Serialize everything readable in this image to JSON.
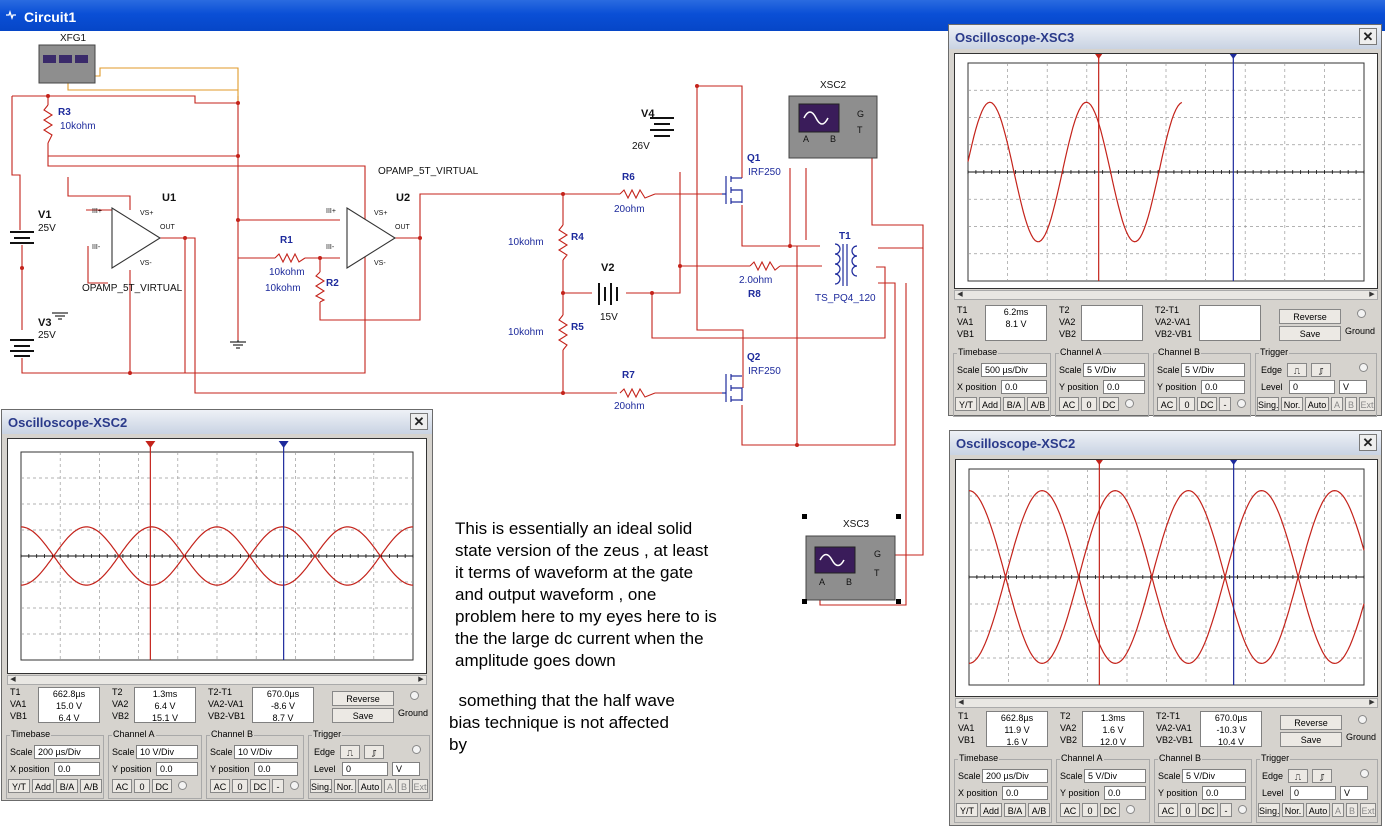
{
  "window": {
    "title": "Circuit1"
  },
  "schematic": {
    "labels": {
      "xfg1": "XFG1",
      "r3": "R3",
      "r3_val": "10kohm",
      "u1": "U1",
      "u2": "U2",
      "opamp_a": "OPAMP_5T_VIRTUAL",
      "opamp_b": "OPAMP_5T_VIRTUAL",
      "v1": "V1",
      "v1_val": "25V",
      "v3": "V3",
      "v3_val": "25V",
      "r1": "R1",
      "r1_val": "10kohm",
      "r2": "R2",
      "r2_val": "10kohm",
      "v4": "V4",
      "v4_val": "26V",
      "r6": "R6",
      "r6_val": "20ohm",
      "q1": "Q1",
      "q1_val": "IRF250",
      "q2": "Q2",
      "q2_val": "IRF250",
      "r4": "R4",
      "r4_val": "10kohm",
      "r5": "R5",
      "r5_val": "10kohm",
      "v2": "V2",
      "v2_val": "15V",
      "r7": "R7",
      "r7_val": "20ohm",
      "r8": "R8",
      "r8_val": "2.0ohm",
      "t1": "T1",
      "t1_val": "TS_PQ4_120",
      "xsc2": "XSC2",
      "xsc3": "XSC3",
      "pin_g": "G",
      "pin_t": "T",
      "pin_a": "A",
      "pin_b": "B",
      "pin_in_plus": "III+",
      "pin_in_minus": "III-",
      "pin_vs_plus": "VS+",
      "pin_vs_minus": "VS-",
      "pin_out": "OUT"
    },
    "note1": [
      "This is essentially an ideal solid",
      "state version of the zeus , at least",
      "it terms of waveform at the gate",
      "and output waveform , one",
      "problem here to my eyes here to is",
      "the the large dc current when the",
      "amplitude goes down"
    ],
    "note2": [
      "  something that the half wave",
      "bias technique is not affected",
      "by"
    ]
  },
  "scopes": [
    {
      "id": "scope_xsc2_left",
      "title": "Oscilloscope-XSC2",
      "t1": {
        "time": "662.8µs",
        "va": "15.0 V",
        "vb": "6.4 V"
      },
      "t2": {
        "time": "1.3ms",
        "va": "6.4 V",
        "vb": "15.1 V"
      },
      "t2t1": {
        "time": "670.0µs",
        "va": "-8.6 V",
        "vb": "8.7 V"
      },
      "timebase": {
        "scale": "200 µs/Div",
        "xpos": "0.0"
      },
      "channel_a": {
        "scale": "10 V/Div",
        "ypos": "0.0"
      },
      "channel_b": {
        "scale": "10 V/Div",
        "ypos": "0.0"
      },
      "trigger": {
        "level": "0",
        "unit": "V"
      }
    },
    {
      "id": "scope_xsc3",
      "title": "Oscilloscope-XSC3",
      "t1": {
        "time": "6.2ms",
        "va": "8.1 V",
        "vb": ""
      },
      "t2": {
        "time": "",
        "va": "",
        "vb": ""
      },
      "t2t1": {
        "time": "",
        "va": "",
        "vb": ""
      },
      "timebase": {
        "scale": "500 µs/Div",
        "xpos": "0.0"
      },
      "channel_a": {
        "scale": "5 V/Div",
        "ypos": "0.0"
      },
      "channel_b": {
        "scale": "5 V/Div",
        "ypos": "0.0"
      },
      "trigger": {
        "level": "0",
        "unit": "V"
      }
    },
    {
      "id": "scope_xsc2_right",
      "title": "Oscilloscope-XSC2",
      "t1": {
        "time": "662.8µs",
        "va": "11.9 V",
        "vb": "1.6 V"
      },
      "t2": {
        "time": "1.3ms",
        "va": "1.6 V",
        "vb": "12.0 V"
      },
      "t2t1": {
        "time": "670.0µs",
        "va": "-10.3 V",
        "vb": "10.4 V"
      },
      "timebase": {
        "scale": "200 µs/Div",
        "xpos": "0.0"
      },
      "channel_a": {
        "scale": "5 V/Div",
        "ypos": "0.0"
      },
      "channel_b": {
        "scale": "5 V/Div",
        "ypos": "0.0"
      },
      "trigger": {
        "level": "0",
        "unit": "V"
      }
    }
  ],
  "scope_ui": {
    "t1": "T1",
    "t2": "T2",
    "t2t1": "T2-T1",
    "va1": "VA1",
    "vb1": "VB1",
    "va2": "VA2",
    "vb2": "VB2",
    "vadiff": "VA2-VA1",
    "vbdiff": "VB2-VB1",
    "reverse": "Reverse",
    "save": "Save",
    "ground": "Ground",
    "timebase": "Timebase",
    "channel_a": "Channel A",
    "channel_b": "Channel B",
    "trigger": "Trigger",
    "scale": "Scale",
    "xpos": "X position",
    "ypos": "Y position",
    "edge": "Edge",
    "level": "Level",
    "yt": "Y/T",
    "add": "Add",
    "ba": "B/A",
    "ab": "A/B",
    "ac": "AC",
    "zero": "0",
    "dc": "DC",
    "minus": "-",
    "sing": "Sing.",
    "nor": "Nor.",
    "auto": "Auto",
    "a": "A",
    "b": "B",
    "ext": "Ext"
  }
}
